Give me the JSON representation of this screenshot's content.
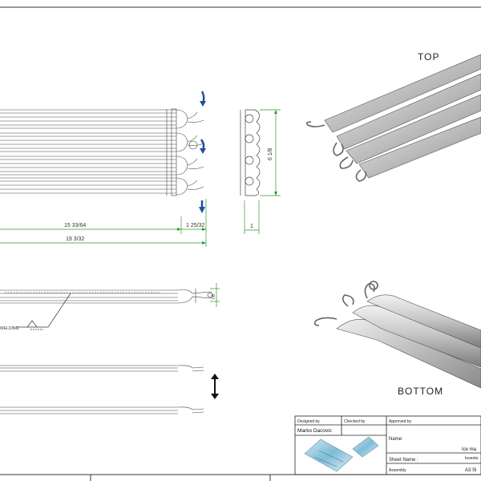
{
  "views": {
    "top_label": "TOP",
    "bottom_label": "BOTTOM"
  },
  "dimensions": {
    "overall_length": "19 3/32",
    "inner_length": "15 33/64",
    "end_offset": "1 25/32",
    "height": "6 1/8",
    "depth": "1",
    "side_small": "7/8"
  },
  "annotations": {
    "welding_note": "WELDING"
  },
  "title_block": {
    "designed_by_header": "Designed by",
    "designer": "Marko Dacovic",
    "checked_by_header": "Checked by",
    "approved_by_header": "Approved by",
    "name_label": "Name:",
    "name_value": "Ice ma",
    "sheet_name_label": "Sheet Name :",
    "sheet_name_value": "Invento",
    "assembly_label": "Assembly",
    "assembly_value": "A3 Sl"
  },
  "colors": {
    "dimension_line": "#2e9a2e",
    "arrow_marker": "#1f4fa0",
    "outline": "#333333",
    "tube_fill": "#b9b9b9"
  }
}
